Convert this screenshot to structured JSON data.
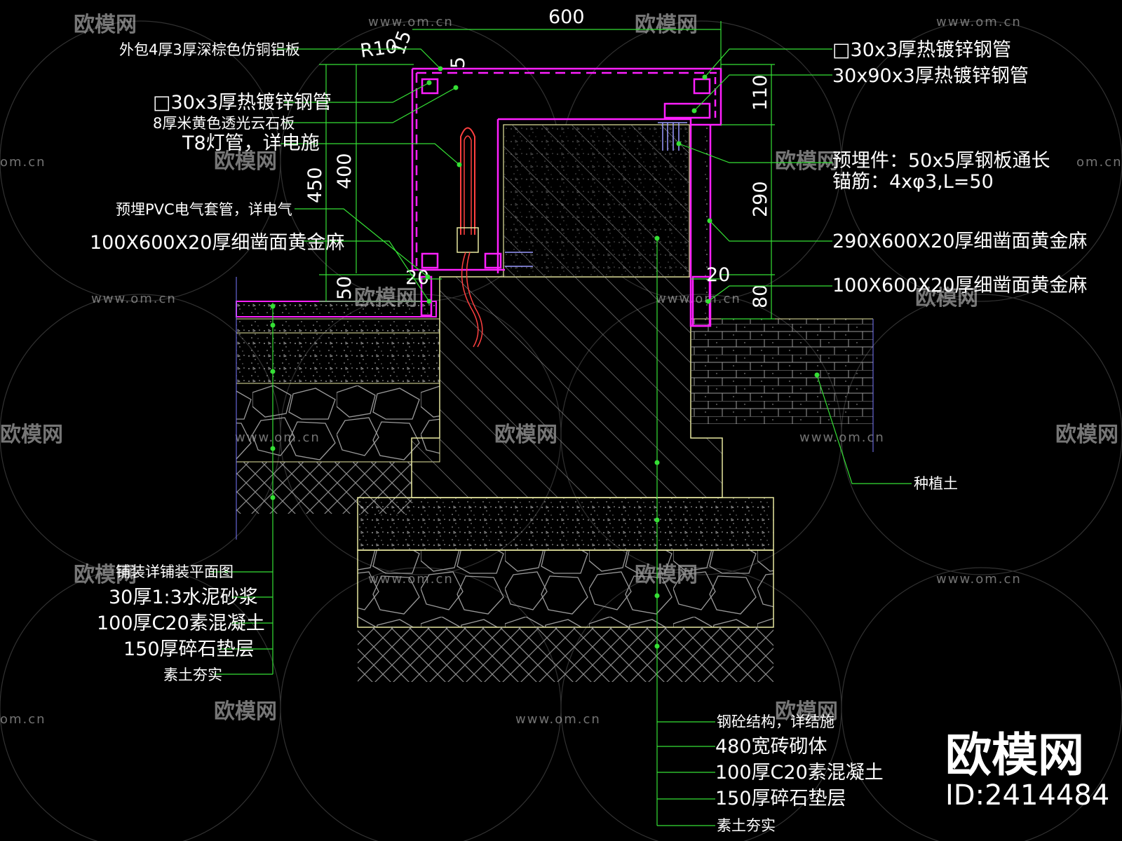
{
  "dimensions": {
    "top_width": "600",
    "radius": "R10",
    "r15": "15",
    "d5": "5",
    "h450": "450",
    "h400": "400",
    "h50": "50",
    "d20_left": "20",
    "d20_right": "20",
    "h110": "110",
    "h290": "290",
    "h80": "80"
  },
  "labels_left": [
    "外包4厚3厚深棕色仿铜铝板",
    "□30x3厚热镀锌钢管",
    "8厚米黄色透光云石板",
    "T8灯管，详电施",
    "预埋PVC电气套管，详电气",
    "100X600X20厚细凿面黄金麻"
  ],
  "labels_right": [
    "□30x3厚热镀锌钢管",
    "30x90x3厚热镀锌钢管",
    "预埋件：50x5厚钢板通长",
    "锚筋：4xφ3,L=50",
    "290X600X20厚细凿面黄金麻",
    "100X600X20厚细凿面黄金麻",
    "种植土"
  ],
  "labels_bottom_left": [
    "铺装详铺装平面图",
    "30厚1:3水泥砂浆",
    "100厚C20素混凝土",
    "150厚碎石垫层",
    "素土夯实"
  ],
  "labels_bottom_right": [
    "钢砼结构，详结施",
    "480宽砖砌体",
    "100厚C20素混凝土",
    "150厚碎石垫层",
    "素土夯实"
  ],
  "watermark": {
    "brand": "欧模网",
    "url": "www.om.cn",
    "url_short": "om.cn"
  },
  "brand_mark": {
    "name": "欧模网",
    "id": "ID:2414484"
  },
  "colors": {
    "background": "#000000",
    "leader": "#35e035",
    "magenta": "#ff20ff",
    "outline": "#e8e8a0",
    "hatch": "#9a9a9a",
    "text": "#ffffff"
  }
}
